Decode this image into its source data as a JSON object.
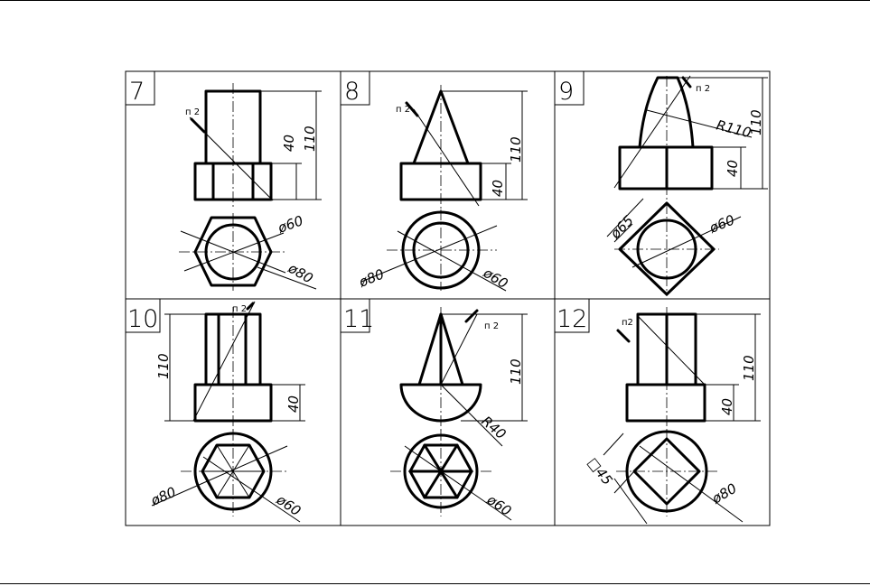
{
  "panels": [
    {
      "number": "7",
      "label": "п 2",
      "dims": [
        "40",
        "110",
        "ø60",
        "ø80"
      ]
    },
    {
      "number": "8",
      "label": "п 2",
      "dims": [
        "110",
        "40",
        "ø80",
        "ø60"
      ]
    },
    {
      "number": "9",
      "label": "п 2",
      "dims": [
        "R110",
        "110",
        "40",
        "ø65",
        "ø60"
      ]
    },
    {
      "number": "10",
      "label": "п 2",
      "dims": [
        "110",
        "40",
        "ø80",
        "ø60"
      ]
    },
    {
      "number": "11",
      "label": "п 2",
      "dims": [
        "110",
        "R40",
        "ø60"
      ]
    },
    {
      "number": "12",
      "label": "п2",
      "dims": [
        "110",
        "40",
        "□45",
        "ø80"
      ]
    }
  ],
  "colors": {
    "ink": "#000000",
    "paper": "#ffffff"
  }
}
